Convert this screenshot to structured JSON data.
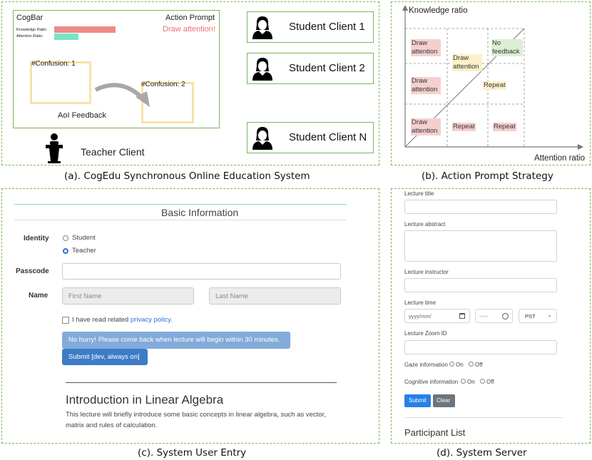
{
  "panel_a": {
    "cogbar_title": "CogBar",
    "knowledge_ratio_label": "Knowledge Ratio:",
    "attention_ratio_label": "Attention Ratio:",
    "knowledge_ratio_color": "#f08a88",
    "attention_ratio_color": "#79e4c8",
    "action_prompt_title": "Action Prompt",
    "action_prompt_text": "Draw attention!",
    "confusion_1": "#Confusion: 1",
    "confusion_2": "#Confusion: 2",
    "aoi_feedback": "AoI Feedback",
    "teacher_client": "Teacher Client",
    "students": [
      "Student Client 1",
      "Student Client 2",
      "Student Client N"
    ],
    "caption": "(a). CogEdu Synchronous Online Education System"
  },
  "panel_b": {
    "y_axis_label": "Knowledge ratio",
    "x_axis_label": "Attention ratio",
    "cells": {
      "top_left": "Draw attention",
      "top_mid": "Draw attention",
      "top_right": "No feedback",
      "mid_left": "Draw attention",
      "mid_right": "Repeat",
      "bot_left": "Draw attention",
      "bot_mid": "Repeat",
      "bot_right": "Repeat"
    },
    "caption": "(b). Action Prompt Strategy"
  },
  "panel_c": {
    "heading": "Basic Information",
    "identity_label": "Identity",
    "identity_options": [
      "Student",
      "Teacher"
    ],
    "identity_selected": "Teacher",
    "passcode_label": "Passcode",
    "name_label": "Name",
    "first_name_placeholder": "First Name",
    "last_name_placeholder": "Last Name",
    "policy_text": "I have read related",
    "policy_link": "privacy policy.",
    "notice_button": "No hurry! Please come back when lecture will begin within 30 minutes.",
    "submit_button": "Submit [dev, always on]",
    "lecture_title": "Introduction in Linear Algebra",
    "lecture_desc_1": "This lecture will briefly introduce some basic concepts in linear algebra, such as vector,",
    "lecture_desc_2": "matrix and rules of calculation.",
    "caption": "(c). System User Entry"
  },
  "panel_d": {
    "lecture_title_label": "Lecture title",
    "lecture_abstract_label": "Lecture abstract",
    "lecture_instructor_label": "Lecture instructor",
    "lecture_time_label": "Lecture time",
    "date_placeholder": "yyyy/mm/",
    "time_placeholder": "--:--",
    "timezone_value": "PST",
    "zoom_id_label": "Lecture Zoom ID",
    "gaze_label": "Gaze information",
    "cognitive_label": "Cognitive information",
    "on_label": "On",
    "off_label": "Off",
    "submit_button": "Submit",
    "clear_button": "Clear",
    "participant_list": "Participant List",
    "caption": "(d). System Server"
  }
}
